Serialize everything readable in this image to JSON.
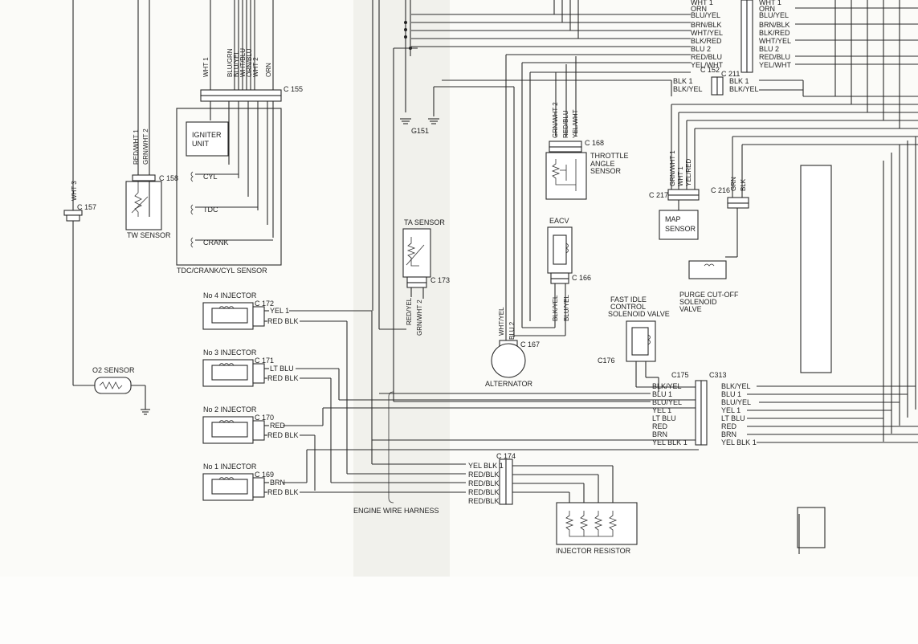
{
  "labels": {
    "c155": "C 155",
    "c157": "C 157",
    "c158": "C 158",
    "c152": "C 152",
    "c211": "C 211",
    "c168": "C 168",
    "c166": "C 166",
    "c167": "C 167",
    "c173": "C 173",
    "c172": "C 172",
    "c171": "C 171",
    "c170": "C 170",
    "c169": "C 169",
    "c174": "C 174",
    "c175": "C175",
    "c313": "C313",
    "c176": "C176",
    "c217": "C 217",
    "c216": "C 216",
    "g151": "G151",
    "igniter_unit_1": "IGNITER",
    "igniter_unit_2": "UNIT",
    "cyl": "CYL",
    "tdc": "TDC",
    "crank": "CRANK",
    "tdc_crank_cyl_sensor": "TDC/CRANK/CYL SENSOR",
    "tw_sensor": "TW SENSOR",
    "o2_sensor": "O2 SENSOR",
    "ta_sensor": "TA SENSOR",
    "throttle_1": "THROTTLE",
    "throttle_2": "ANGLE",
    "throttle_3": "SENSOR",
    "eacv": "EACV",
    "alternator": "ALTERNATOR",
    "map_1": "MAP",
    "map_2": "SENSOR",
    "purge_1": "PURGE CUT-OFF",
    "purge_2": "SOLENOID",
    "purge_3": "VALVE",
    "fast_idle_1": "FAST IDLE",
    "fast_idle_2": "CONTROL",
    "fast_idle_3": "SOLENOID VALVE",
    "inj4": "No 4 INJECTOR",
    "inj3": "No 3 INJECTOR",
    "inj2": "No 2 INJECTOR",
    "inj1": "No 1 INJECTOR",
    "engine_wire_harness": "ENGINE WIRE HARNESS",
    "injector_resistor": "INJECTOR RESISTOR"
  },
  "c155_wires": [
    "WHT 1",
    "BLU/GRN",
    "BLU/YEL",
    "WHT/BLU",
    "ORN/BLU",
    "WHT 2",
    "ORN"
  ],
  "tw_wires": [
    "RED/WHT 1",
    "GRN/WHT 2"
  ],
  "wht3": "WHT 3",
  "throttle_wires": [
    "GRN/WHT 2",
    "RED/BLU",
    "YEL/WHT"
  ],
  "ta_wires": [
    "RED/YEL",
    "GRN/WHT 2"
  ],
  "eacv_wires": [
    "BLK/YEL",
    "BLU/YEL"
  ],
  "alt_wires": [
    "WHT/YEL",
    "BLU 2"
  ],
  "map_wires": [
    "GRN/WHT 1",
    "WHT 1",
    "YEL/RED"
  ],
  "purge_wires": [
    "GRN",
    "BLK"
  ],
  "inj4_wires": [
    "YEL 1",
    "RED BLK"
  ],
  "inj3_wires": [
    "LT BLU",
    "RED BLK"
  ],
  "inj2_wires": [
    "RED",
    "RED BLK"
  ],
  "inj1_wires": [
    "BRN",
    "RED BLK"
  ],
  "c174_wires": [
    "YEL BLK 1",
    "RED/BLK",
    "RED/BLK",
    "RED/BLK",
    "RED/BLK"
  ],
  "c152_left": [
    "BLK 1",
    "BLK/YEL"
  ],
  "c152_right": [
    "BLK 1",
    "BLK/YEL"
  ],
  "top_left_wires": [
    "WHT 1",
    "ORN",
    "BLU/YEL",
    "BRN/BLK",
    "WHT/YEL",
    "BLK/RED",
    "BLU 2",
    "RED/BLU",
    "YEL/WHT"
  ],
  "top_right_wires": [
    "WHT 1",
    "ORN",
    "BLU/YEL",
    "BRN/BLK",
    "BLK/RED",
    "WHT/YEL",
    "BLU 2",
    "RED/BLU",
    "YEL/WHT"
  ],
  "c175_wires": [
    "BLK/YEL",
    "BLU 1",
    "BLU/YEL",
    "YEL 1",
    "LT BLU",
    "RED",
    "BRN",
    "YEL BLK 1"
  ],
  "c313_wires": [
    "BLK/YEL",
    "BLU 1",
    "BLU/YEL",
    "YEL 1",
    "LT BLU",
    "RED",
    "BRN",
    "YEL BLK 1"
  ]
}
